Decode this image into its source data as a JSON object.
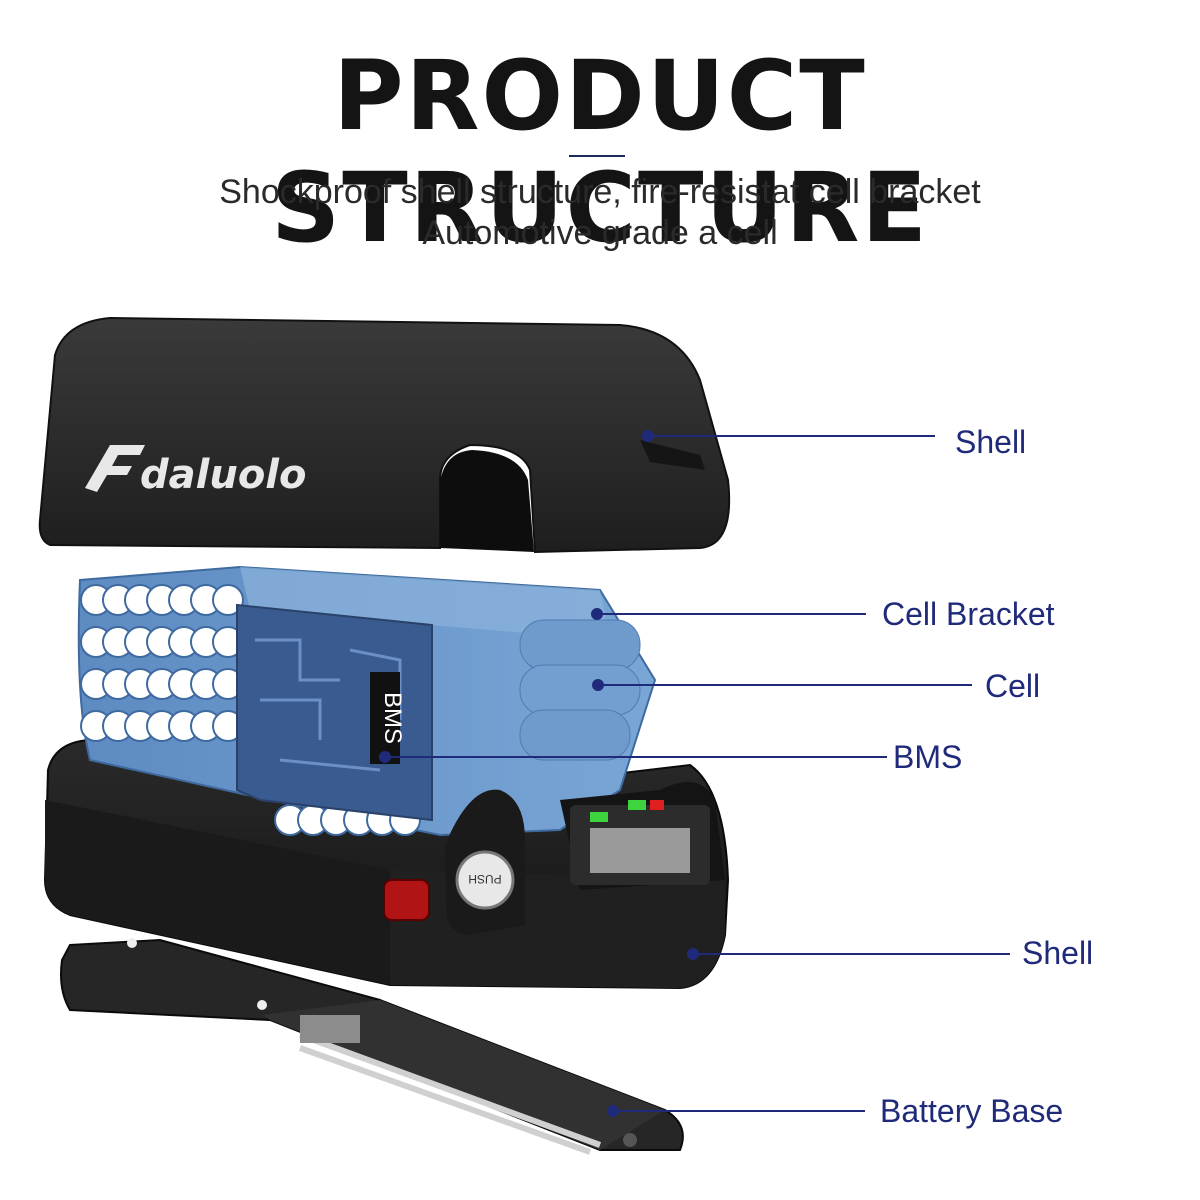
{
  "title": "PRODUCT STRUCTURE",
  "subtitle": {
    "line1": "Shockproof shell structure, fire-resistat cell bracket",
    "line2": "Automotive grade a cell"
  },
  "brand": "daluolo",
  "bms_text": "BMS",
  "push_text": "PUSH",
  "labels": {
    "shell_top": "Shell",
    "cell_bracket": "Cell Bracket",
    "cell": "Cell",
    "bms": "BMS",
    "shell_bottom": "Shell",
    "battery_base": "Battery Base"
  },
  "colors": {
    "label_text": "#1f2a7a",
    "leader_line": "#1f2a7a",
    "bracket_blue": "#6a95c7",
    "shell_black": "#2b2b2b"
  }
}
